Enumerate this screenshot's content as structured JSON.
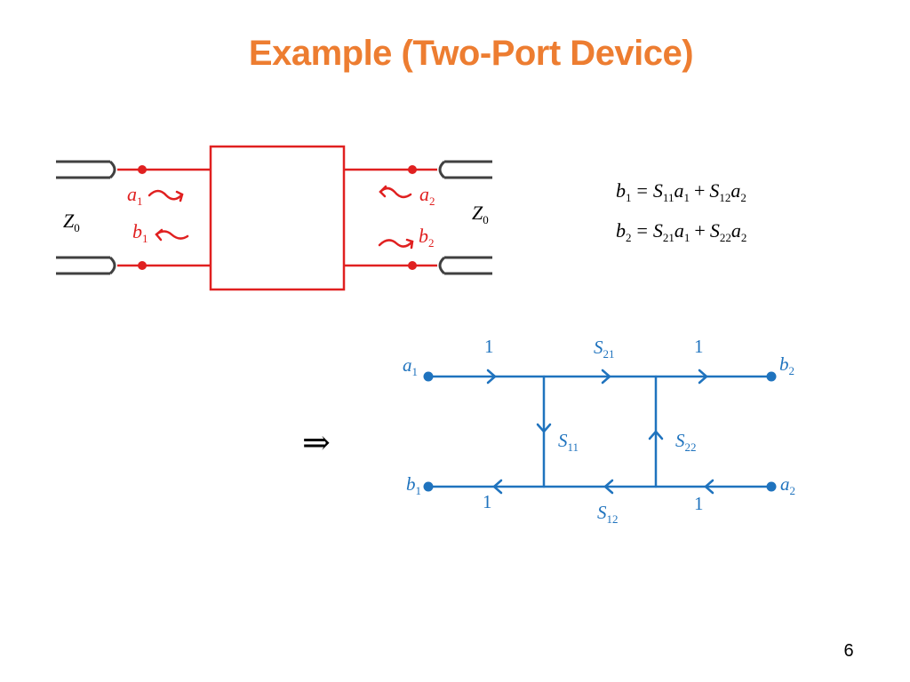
{
  "slide": {
    "title": "Example (Two-Port Device)",
    "page_number": "6"
  },
  "circuit": {
    "left_impedance": {
      "sym": "Z",
      "sub": "0"
    },
    "right_impedance": {
      "sym": "Z",
      "sub": "0"
    },
    "a1": {
      "sym": "a",
      "sub": "1"
    },
    "b1": {
      "sym": "b",
      "sub": "1"
    },
    "a2": {
      "sym": "a",
      "sub": "2"
    },
    "b2": {
      "sym": "b",
      "sub": "2"
    }
  },
  "equations": {
    "eq1": {
      "lhs": "b",
      "lhs_sub": "1",
      "eq": "=",
      "t1": "S",
      "t1_sub": "11",
      "t1v": "a",
      "t1v_sub": "1",
      "plus": "+",
      "t2": "S",
      "t2_sub": "12",
      "t2v": "a",
      "t2v_sub": "2"
    },
    "eq2": {
      "lhs": "b",
      "lhs_sub": "2",
      "eq": "=",
      "t1": "S",
      "t1_sub": "21",
      "t1v": "a",
      "t1v_sub": "1",
      "plus": "+",
      "t2": "S",
      "t2_sub": "22",
      "t2v": "a",
      "t2v_sub": "2"
    }
  },
  "implies": "⇒",
  "flowgraph": {
    "color": "#1f73be",
    "nodes": {
      "a1": {
        "sym": "a",
        "sub": "1"
      },
      "b2": {
        "sym": "b",
        "sub": "2"
      },
      "b1": {
        "sym": "b",
        "sub": "1"
      },
      "a2": {
        "sym": "a",
        "sub": "2"
      }
    },
    "branches": {
      "top_left": "1",
      "top_middle": {
        "sym": "S",
        "sub": "21"
      },
      "top_right": "1",
      "bottom_left": "1",
      "bottom_middle": {
        "sym": "S",
        "sub": "12"
      },
      "bottom_right": "1",
      "left_vertical": {
        "sym": "S",
        "sub": "11"
      },
      "right_vertical": {
        "sym": "S",
        "sub": "22"
      }
    }
  },
  "colors": {
    "title": "#ed7d31",
    "circuit": "#e02020",
    "cable": "#404040",
    "flowgraph": "#1f73be"
  }
}
